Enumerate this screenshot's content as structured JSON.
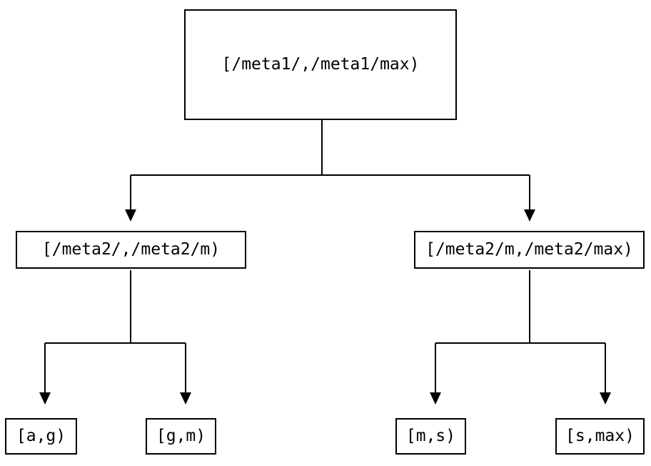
{
  "tree": {
    "root": {
      "label": "[/meta1/,/meta1/max)"
    },
    "level1": [
      {
        "label": "[/meta2/,/meta2/m)"
      },
      {
        "label": "[/meta2/m,/meta2/max)"
      }
    ],
    "leaves": [
      {
        "label": "[a,g)"
      },
      {
        "label": "[g,m)"
      },
      {
        "label": "[m,s)"
      },
      {
        "label": "[s,max)"
      }
    ]
  },
  "colors": {
    "line": "#000000",
    "box_border": "#000000",
    "text": "#000000",
    "background": "#ffffff"
  }
}
